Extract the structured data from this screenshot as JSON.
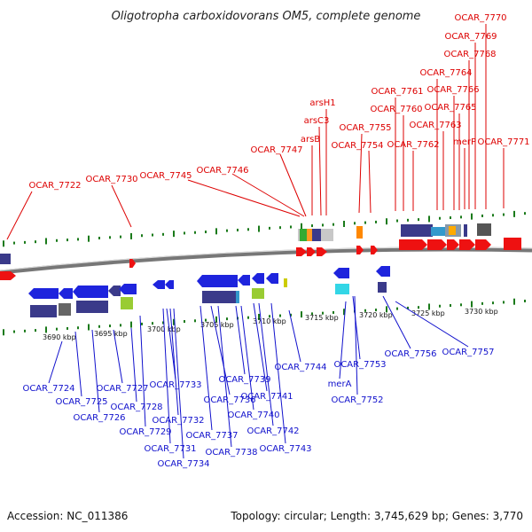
{
  "title": "Oligotropha carboxidovorans OM5, complete genome",
  "footer": {
    "accession": "Accession: NC_011386",
    "topology": "Topology: circular; Length: 3,745,629 bp; Genes: 3,770"
  },
  "colors": {
    "top_label": "#dd0000",
    "bottom_label": "#1010cc",
    "top_arrow": "#ee1111",
    "bottom_arrow": "#1e24dd",
    "tick": "#1a7a1a",
    "backbone": "#777777"
  },
  "kbp_ticks": [
    {
      "label": "3690 kbp"
    },
    {
      "label": "3695 kbp"
    },
    {
      "label": "3700 kbp"
    },
    {
      "label": "3705 kbp"
    },
    {
      "label": "3710 kbp"
    },
    {
      "label": "3715 kbp"
    },
    {
      "label": "3720 kbp"
    },
    {
      "label": "3725 kbp"
    },
    {
      "label": "3730 kbp"
    }
  ],
  "top_genes": [
    {
      "name": "OCAR_7722"
    },
    {
      "name": "OCAR_7730"
    },
    {
      "name": "OCAR_7745"
    },
    {
      "name": "OCAR_7746"
    },
    {
      "name": "OCAR_7747"
    },
    {
      "name": "arsB"
    },
    {
      "name": "arsC3"
    },
    {
      "name": "arsH1"
    },
    {
      "name": "OCAR_7755"
    },
    {
      "name": "OCAR_7754"
    },
    {
      "name": "OCAR_7761"
    },
    {
      "name": "OCAR_7760"
    },
    {
      "name": "OCAR_7762"
    },
    {
      "name": "OCAR_7764"
    },
    {
      "name": "OCAR_7763"
    },
    {
      "name": "OCAR_7766"
    },
    {
      "name": "OCAR_7765"
    },
    {
      "name": "OCAR_7770"
    },
    {
      "name": "OCAR_7769"
    },
    {
      "name": "OCAR_7768"
    },
    {
      "name": "merP"
    },
    {
      "name": "OCAR_7771"
    }
  ],
  "bottom_genes": [
    {
      "name": "OCAR_7724"
    },
    {
      "name": "OCAR_7725"
    },
    {
      "name": "OCAR_7726"
    },
    {
      "name": "OCAR_7727"
    },
    {
      "name": "OCAR_7728"
    },
    {
      "name": "OCAR_7729"
    },
    {
      "name": "OCAR_7731"
    },
    {
      "name": "OCAR_7734"
    },
    {
      "name": "OCAR_7732"
    },
    {
      "name": "OCAR_7733"
    },
    {
      "name": "OCAR_7736"
    },
    {
      "name": "OCAR_7737"
    },
    {
      "name": "OCAR_7738"
    },
    {
      "name": "OCAR_7739"
    },
    {
      "name": "OCAR_7740"
    },
    {
      "name": "OCAR_7741"
    },
    {
      "name": "OCAR_7742"
    },
    {
      "name": "OCAR_7743"
    },
    {
      "name": "OCAR_7744"
    },
    {
      "name": "OCAR_7753"
    },
    {
      "name": "merA"
    },
    {
      "name": "OCAR_7752"
    },
    {
      "name": "OCAR_7756"
    },
    {
      "name": "OCAR_7757"
    }
  ]
}
